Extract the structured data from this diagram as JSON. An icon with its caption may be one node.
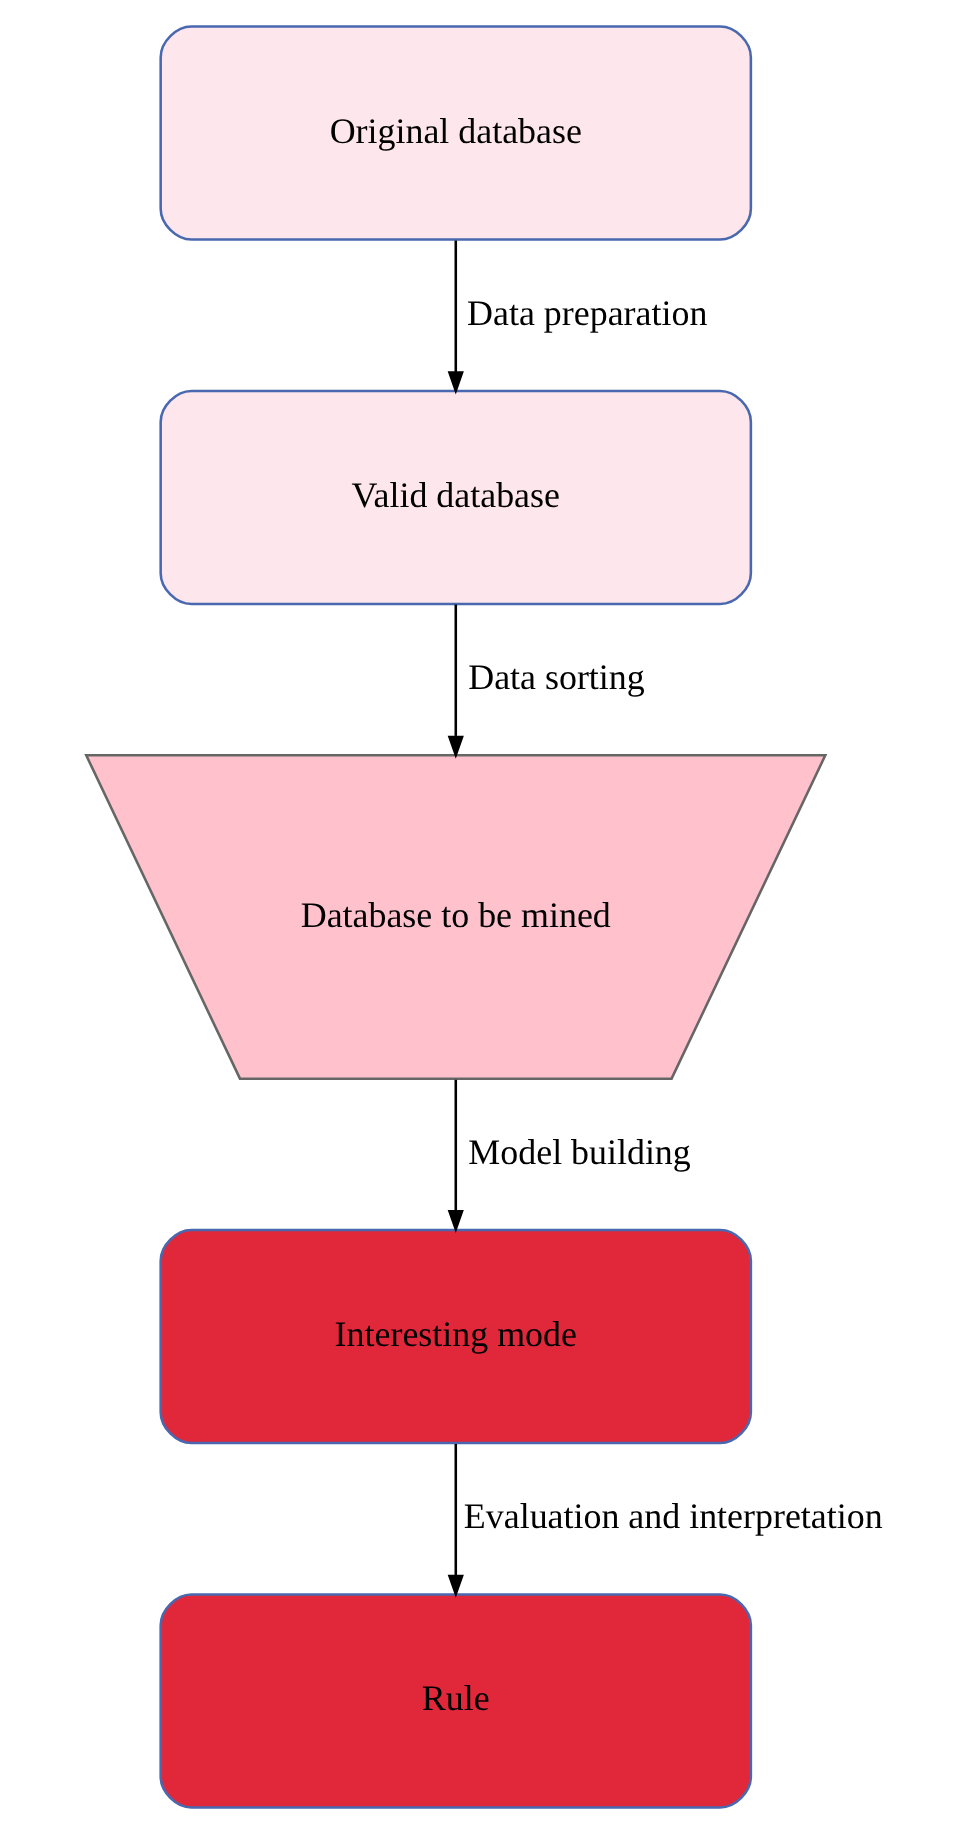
{
  "diagram": {
    "nodes": [
      {
        "text": [
          "Original database"
        ]
      },
      {
        "text": [
          "Valid database"
        ]
      },
      {
        "text": [
          "Database to be mined"
        ]
      },
      {
        "text": [
          "Interesting mode"
        ]
      },
      {
        "text": [
          "Rule"
        ]
      }
    ],
    "edges": [
      {
        "from": 0,
        "to": 1,
        "arrow": "to",
        "label": "Data preparation"
      },
      {
        "from": 1,
        "to": 2,
        "arrow": "to",
        "label": "Data sorting"
      },
      {
        "from": 2,
        "to": 3,
        "arrow": "to",
        "label": "Model building"
      },
      {
        "from": 3,
        "to": 4,
        "arrow": "to",
        "label": "Evaluation and interpretation"
      }
    ]
  }
}
